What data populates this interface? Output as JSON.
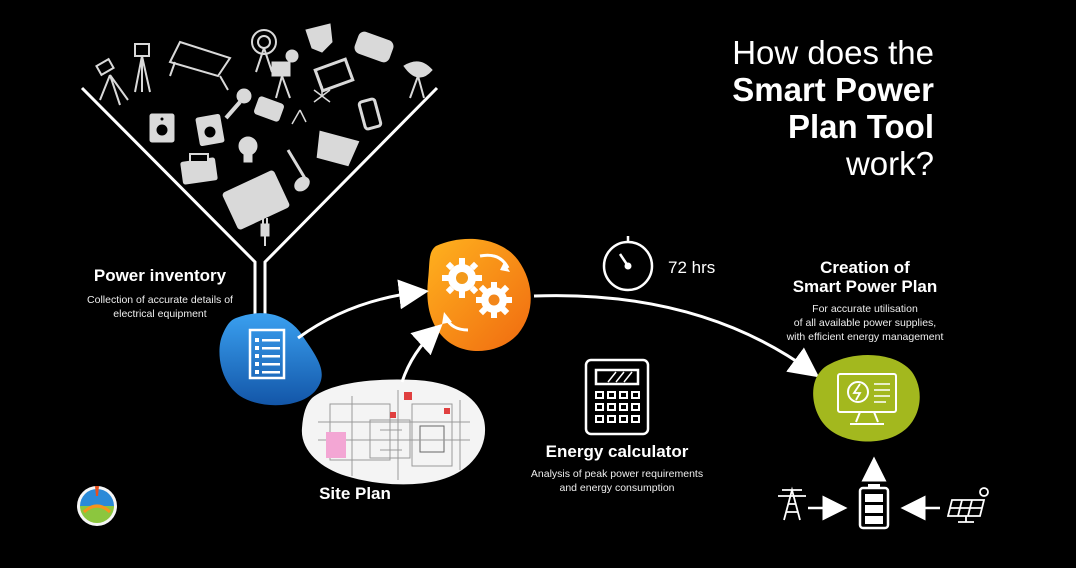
{
  "title": {
    "line1": "How does the",
    "line2": "Smart Power",
    "line3": "Plan Tool",
    "line4": "work?"
  },
  "power_inventory": {
    "heading": "Power inventory",
    "desc1": "Collection of accurate details of",
    "desc2": "electrical equipment"
  },
  "site_plan": {
    "heading": "Site Plan"
  },
  "energy_calculator": {
    "heading": "Energy calculator",
    "desc1": "Analysis of peak power requirements",
    "desc2": "and energy consumption"
  },
  "timer": {
    "label": "72 hrs"
  },
  "creation": {
    "heading1": "Creation of",
    "heading2": "Smart Power Plan",
    "desc1": "For accurate utilisation",
    "desc2": "of all available power supplies,",
    "desc3": "with efficient energy management"
  },
  "colors": {
    "background": "#000000",
    "inventory_blue": "#1e73c8",
    "process_orange": "#f7941d",
    "plan_green": "#a3b81e"
  }
}
